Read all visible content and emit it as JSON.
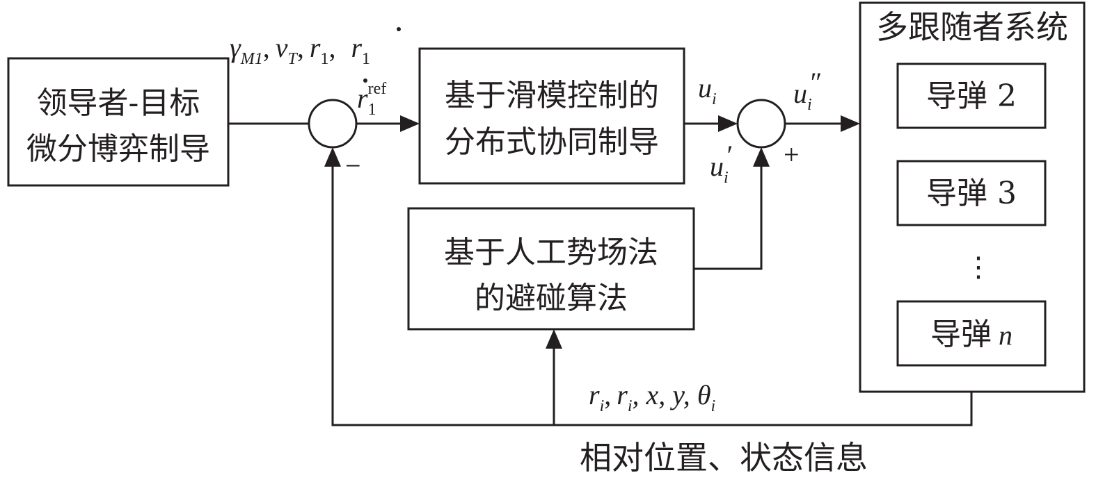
{
  "blocks": {
    "leader": {
      "line1": "领导者-目标",
      "line2": "微分博弈制导"
    },
    "sliding": {
      "line1": "基于滑模控制的",
      "line2": "分布式协同制导"
    },
    "apf": {
      "line1": "基于人工势场法",
      "line2": "的避碰算法"
    },
    "system": {
      "title": "多跟随者系统",
      "missile2": "导弹 2",
      "missile3": "导弹 3",
      "missile_prefix": "导弹",
      "missile_n": "n"
    }
  },
  "signals": {
    "leader_outputs": {
      "gamma": "γ",
      "gamma_sub": "M1",
      "sep1": ",",
      "v": "v",
      "v_sub": "T",
      "sep2": ",",
      "r": "r",
      "r_sub": "1",
      "sep3": ",",
      "rdot": "r",
      "rdot_sub": "1"
    },
    "reference": {
      "base": "r",
      "sub": "1",
      "sup": "ref"
    },
    "u_i": {
      "base": "u",
      "sub": "i"
    },
    "u_i_double_prime": {
      "base": "u",
      "sub": "i",
      "prime": "″"
    },
    "u_i_prime": {
      "base": "u",
      "sub": "i",
      "prime": "′"
    },
    "feedback": {
      "r1": "r",
      "r1_sub": "i",
      "sep1": ",",
      "r2": "r",
      "r2_sub": "i",
      "rest": ", x, y, ",
      "theta": "θ",
      "theta_sub": "i"
    }
  },
  "signs": {
    "minus": "−",
    "plus": "+"
  },
  "ellipsis": "⋮",
  "bottom_label": "相对位置、状态信息"
}
